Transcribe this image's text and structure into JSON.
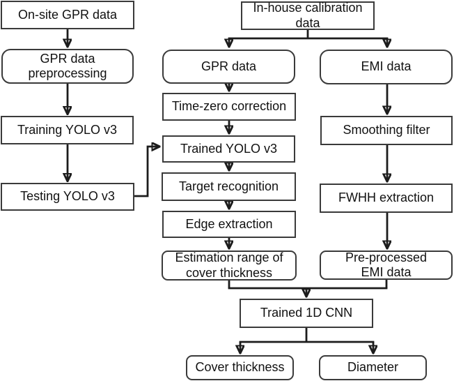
{
  "diagram": {
    "type": "flowchart",
    "background_color": "#ffffff",
    "box_border_color": "#3a3a3a",
    "connector_color": "#1c1c1c",
    "text_color": "#111111"
  },
  "nodes": {
    "onsite_gpr": {
      "label": "On-site GPR data",
      "shape": "rect"
    },
    "gpr_preprocessing": {
      "label": "GPR data\npreprocessing",
      "shape": "rounded"
    },
    "training_yolo": {
      "label": "Training YOLO v3",
      "shape": "rect"
    },
    "testing_yolo": {
      "label": "Testing YOLO v3",
      "shape": "rect"
    },
    "inhouse_calibration": {
      "label": "In-house calibration\ndata",
      "shape": "rect"
    },
    "gpr_data": {
      "label": "GPR data",
      "shape": "rounded"
    },
    "time_zero": {
      "label": "Time-zero correction",
      "shape": "rect"
    },
    "trained_yolo": {
      "label": "Trained YOLO v3",
      "shape": "rect"
    },
    "target_recognition": {
      "label": "Target recognition",
      "shape": "rect"
    },
    "edge_extraction": {
      "label": "Edge extraction",
      "shape": "rect"
    },
    "estimation_range": {
      "label": "Estimation range of\ncover thickness",
      "shape": "rounded"
    },
    "emi_data": {
      "label": "EMI data",
      "shape": "rounded"
    },
    "smoothing_filter": {
      "label": "Smoothing filter",
      "shape": "rect"
    },
    "fwhh_extraction": {
      "label": "FWHH extraction",
      "shape": "rect"
    },
    "preprocessed_emi": {
      "label": "Pre-processed\nEMI data",
      "shape": "rounded"
    },
    "trained_cnn": {
      "label": "Trained 1D CNN",
      "shape": "rect"
    },
    "cover_thickness": {
      "label": "Cover thickness",
      "shape": "rounded"
    },
    "diameter": {
      "label": "Diameter",
      "shape": "rounded"
    }
  },
  "edges": [
    {
      "from": "onsite_gpr",
      "to": "gpr_preprocessing",
      "style": "straight"
    },
    {
      "from": "gpr_preprocessing",
      "to": "training_yolo",
      "style": "straight"
    },
    {
      "from": "training_yolo",
      "to": "testing_yolo",
      "style": "straight"
    },
    {
      "from": "testing_yolo",
      "to": "trained_yolo",
      "style": "elbow"
    },
    {
      "from": "inhouse_calibration",
      "to": "gpr_data",
      "style": "branch"
    },
    {
      "from": "inhouse_calibration",
      "to": "emi_data",
      "style": "branch"
    },
    {
      "from": "gpr_data",
      "to": "time_zero",
      "style": "straight"
    },
    {
      "from": "time_zero",
      "to": "trained_yolo",
      "style": "straight"
    },
    {
      "from": "trained_yolo",
      "to": "target_recognition",
      "style": "straight"
    },
    {
      "from": "target_recognition",
      "to": "edge_extraction",
      "style": "straight"
    },
    {
      "from": "edge_extraction",
      "to": "estimation_range",
      "style": "straight"
    },
    {
      "from": "emi_data",
      "to": "smoothing_filter",
      "style": "straight"
    },
    {
      "from": "smoothing_filter",
      "to": "fwhh_extraction",
      "style": "straight"
    },
    {
      "from": "fwhh_extraction",
      "to": "preprocessed_emi",
      "style": "straight"
    },
    {
      "from": "estimation_range",
      "to": "trained_cnn",
      "style": "merge"
    },
    {
      "from": "preprocessed_emi",
      "to": "trained_cnn",
      "style": "merge"
    },
    {
      "from": "trained_cnn",
      "to": "cover_thickness",
      "style": "branch"
    },
    {
      "from": "trained_cnn",
      "to": "diameter",
      "style": "branch"
    }
  ]
}
